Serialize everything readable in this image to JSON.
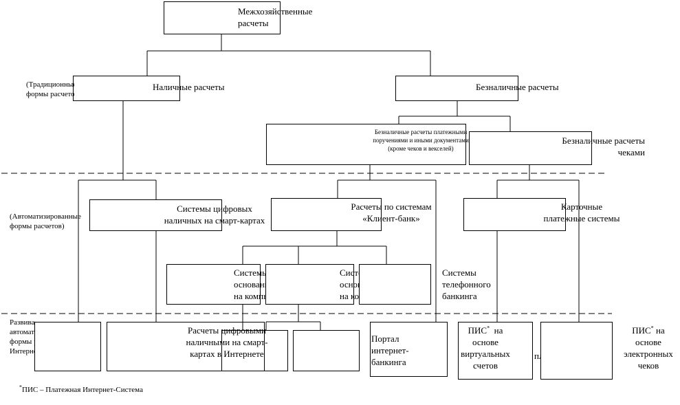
{
  "root": "Межхозяйственные\nрасчеты",
  "cash": "Наличные расчеты",
  "cashless": "Безналичные расчеты",
  "cashless_orders": "Безналичные расчеты платежными\nпоручениями и иными документами\n(кроме чеков и векселей)",
  "cashless_cheques": "Безналичные расчеты\nчеками",
  "left_labels": {
    "traditional": "(Традиционные\nформы расчетов)",
    "automated": "(Автоматизированные\nформы расчетов)",
    "developing": "Развивающиеся\nавтоматизированные\nформы расчетов\nИнтернет"
  },
  "digital_cash_smart": "Системы цифровых\nналичных на смарт-картах",
  "client_bank": "Расчеты по системам\n«Клиент-банк»",
  "card_systems": "Карточные\nплатежные системы",
  "mid_boxes": {
    "a": "Системы\nоснованные\nна компьютерах",
    "b": "Системы\nоснованные\nна компьютерах"
  },
  "phone_banking": "Системы\nтелефонного\nбанкинга",
  "digital_cash_internet": "Расчеты цифровыми\nналичными на смарт-\nкартах в Интернете",
  "internet_banking": "Портал\nинтернет-\nбанкинга",
  "pis_virtual": {
    "pre": "ПИС",
    "mark": "*",
    "post": "  на\nоснове\nвиртуальных\nсчетов"
  },
  "pis_cards": "пластиковых",
  "pis_cheques": {
    "pre": "ПИС",
    "mark": "*",
    "post": " на\nоснове\nэлектронных\nчеков"
  },
  "footnote": {
    "mark": "*",
    "text": "ПИС – Платежная Интернет-Система"
  }
}
